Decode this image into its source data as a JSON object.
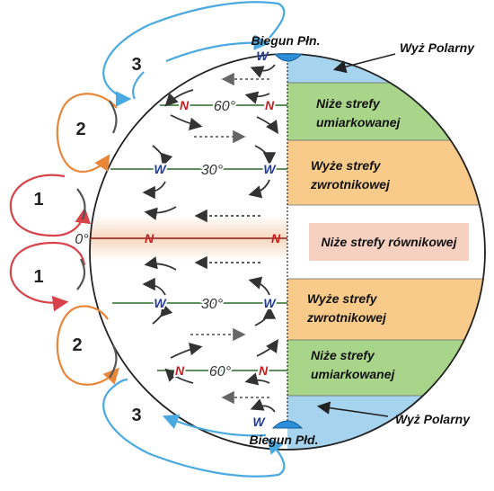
{
  "colors": {
    "polar": "#a6d3ee",
    "temperate": "#a9d58a",
    "subtropical": "#f8cb8b",
    "equatorial_band": "#f6d0c0",
    "equator_line": "#8b1a1a",
    "high_marker": "#1f3a9e",
    "low_marker": "#c81e1e",
    "polar_cell_arrow": "#4aa9e0",
    "ferrel_cell_arrow": "#e8863a",
    "hadley_cell_arrow": "#d8434b",
    "wind_arrow": "#333333"
  },
  "poles": {
    "north": "Biegun Płn.",
    "south": "Biegun Płd."
  },
  "latitudes": {
    "equator": "0°",
    "lat30": "30°",
    "lat60": "60°"
  },
  "markers": {
    "high": "W",
    "low": "N"
  },
  "zones": {
    "polar_high_north": "Wyż Polarny",
    "polar_high_south": "Wyż Polarny",
    "temperate_low_north": [
      "Niże strefy",
      "umiarkowanej"
    ],
    "subtropical_high_north": [
      "Wyże strefy",
      "zwrotnikowej"
    ],
    "equatorial_low": "Niże strefy równikowej",
    "subtropical_high_south": [
      "Wyże strefy",
      "zwrotnikowej"
    ],
    "temperate_low_south": [
      "Niże strefy",
      "umiarkowanej"
    ]
  },
  "cells": {
    "north_polar": "3",
    "north_ferrel": "2",
    "north_hadley": "1",
    "south_hadley": "1",
    "south_ferrel": "2",
    "south_polar": "3"
  }
}
